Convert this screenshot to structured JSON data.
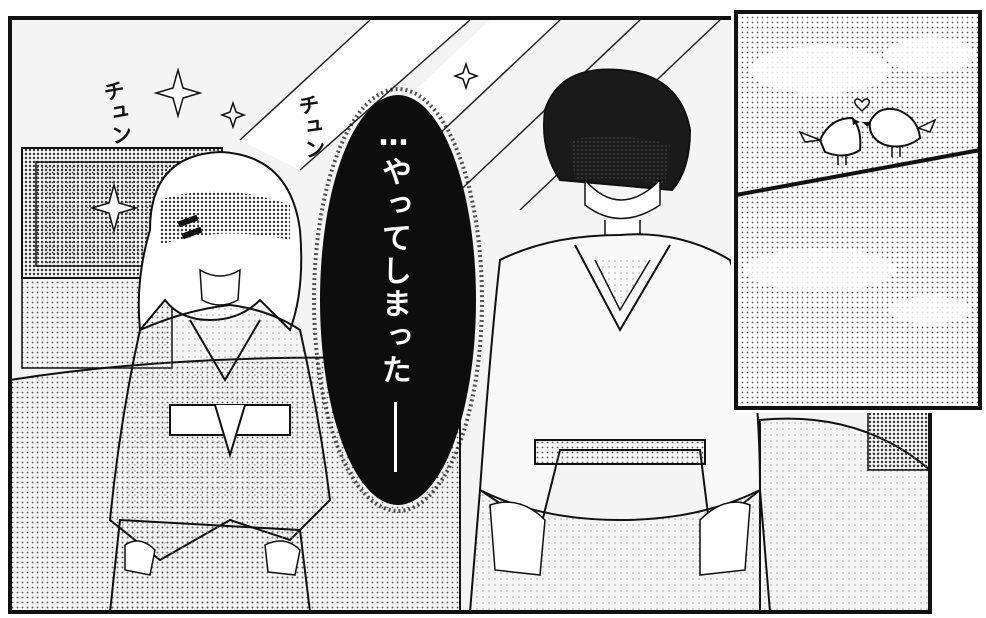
{
  "panels": {
    "main": {
      "sfx": [
        "チュン",
        "チュン"
      ],
      "monologue": "…やってしまった"
    },
    "inset": {}
  },
  "colors": {
    "ink": "#111111",
    "paper": "#ffffff",
    "tone_light": "#e6e6e6",
    "tone_mid": "#c9c9c9",
    "tone_dark": "#8a8a8a"
  }
}
